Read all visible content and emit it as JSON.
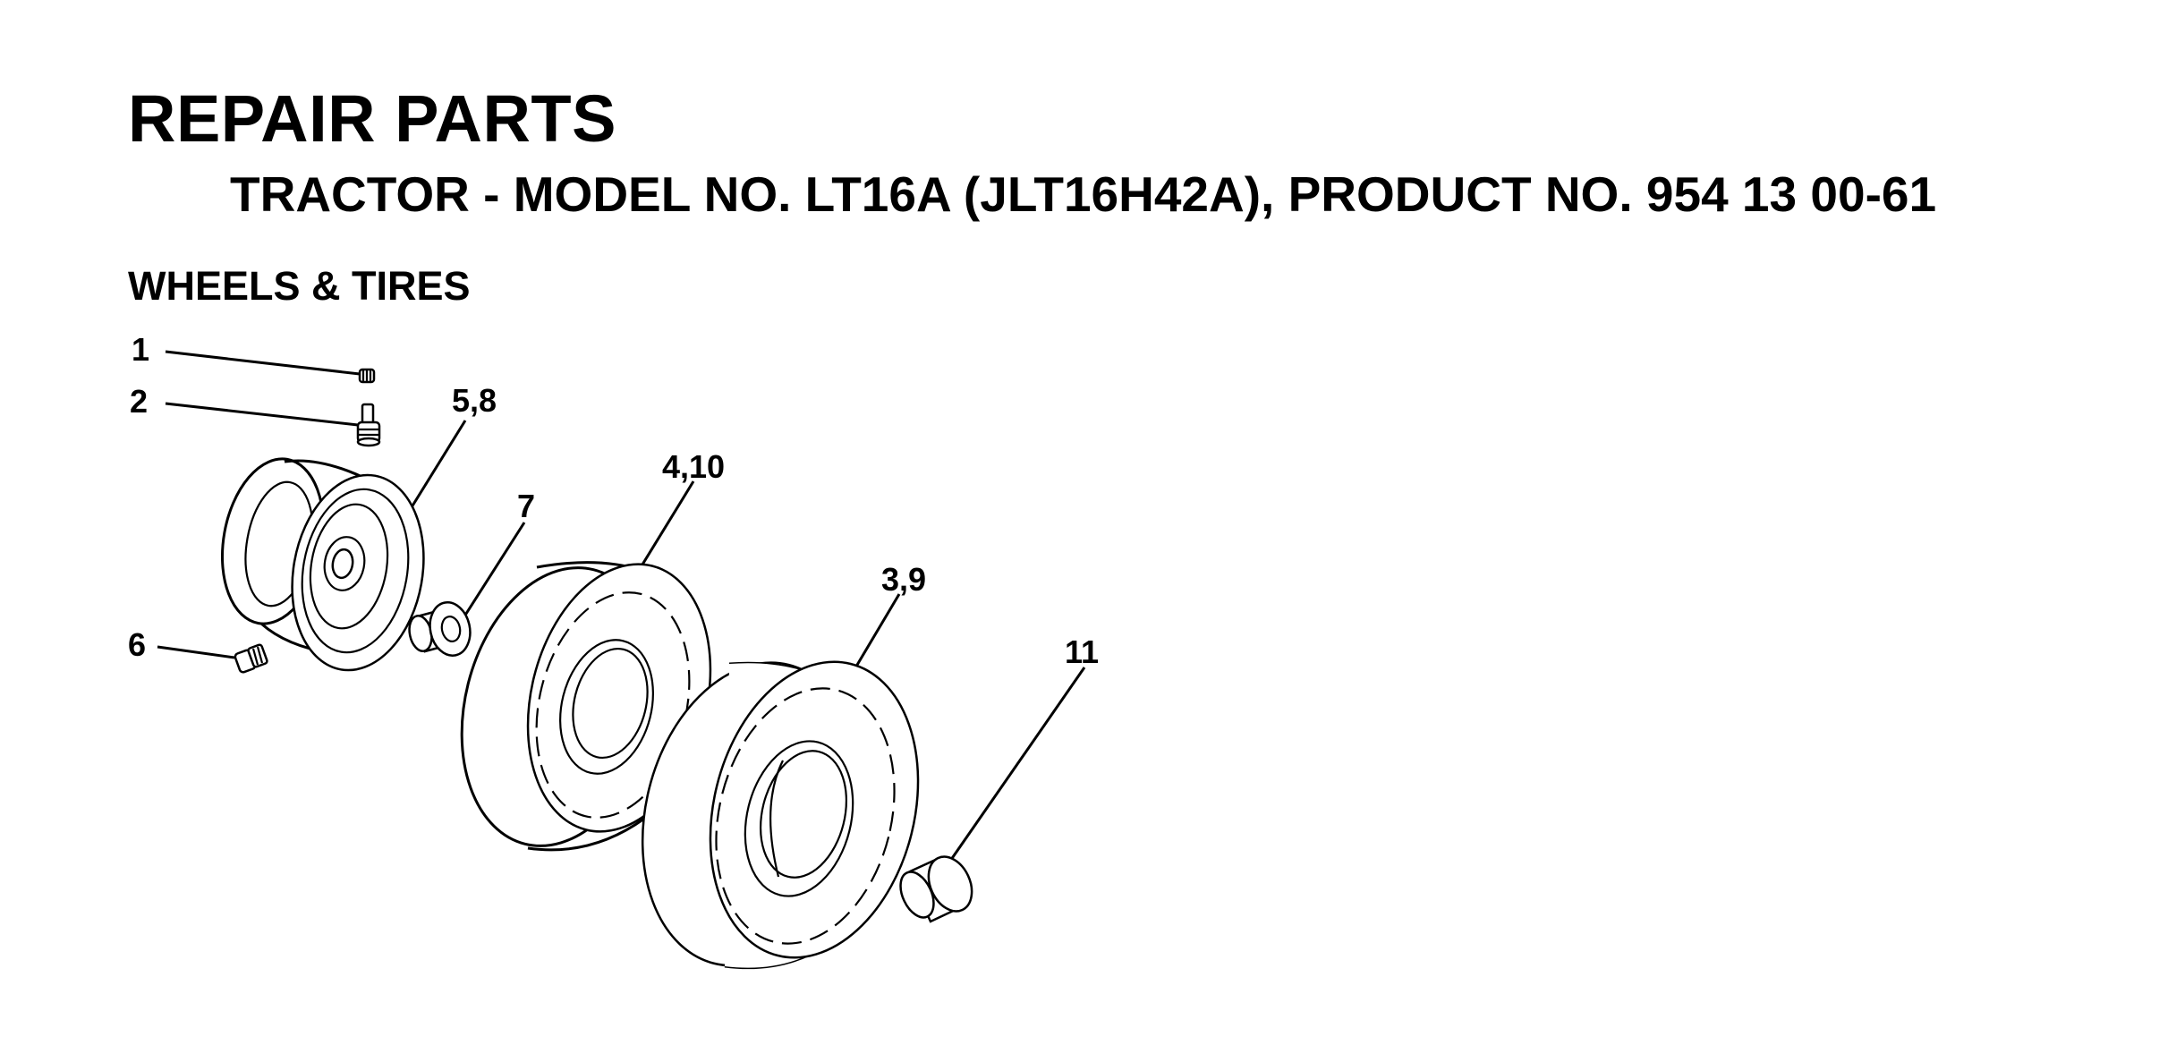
{
  "header": {
    "title": "REPAIR PARTS",
    "model_line": "TRACTOR - MODEL NO. LT16A (JLT16H42A), PRODUCT NO. 954 13 00-61"
  },
  "section": {
    "title": "WHEELS & TIRES"
  },
  "callouts": {
    "c1": "1",
    "c2": "2",
    "c58": "5,8",
    "c7": "7",
    "c410": "4,10",
    "c39": "3,9",
    "c6": "6",
    "c11": "11"
  },
  "parts": [
    {
      "ref": "1",
      "icon": "valve-cap-icon"
    },
    {
      "ref": "2",
      "icon": "valve-stem-icon"
    },
    {
      "ref": "5,8",
      "icon": "wheel-rim-icon"
    },
    {
      "ref": "6",
      "icon": "grease-fitting-icon"
    },
    {
      "ref": "7",
      "icon": "bushing-icon"
    },
    {
      "ref": "4,10",
      "icon": "tire-icon"
    },
    {
      "ref": "3,9",
      "icon": "tire-icon"
    },
    {
      "ref": "11",
      "icon": "hub-cap-icon"
    }
  ]
}
